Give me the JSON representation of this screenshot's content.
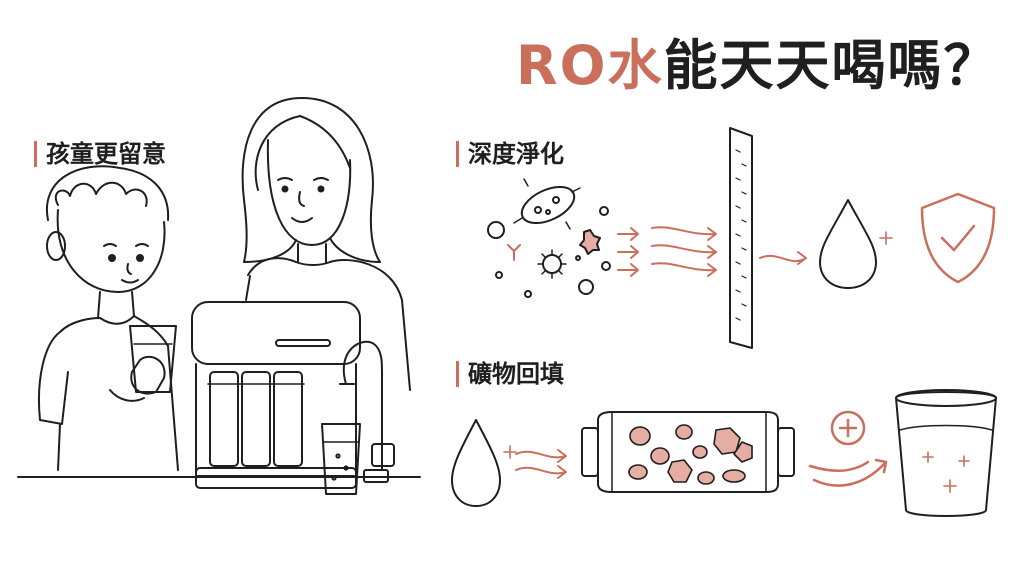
{
  "title": {
    "accent": "RO水",
    "rest": "能天天喝嗎？"
  },
  "sections": {
    "children": "孩童更留意",
    "purify": "深度淨化",
    "mineral": "礦物回填"
  },
  "colors": {
    "accent": "#c96f5c",
    "ink": "#1f1f1f",
    "pink": "#e6aea2",
    "background": "#ffffff"
  },
  "icons": [
    "bacteria-icon",
    "virus-icon",
    "arrow-right-icon",
    "filter-membrane-icon",
    "water-drop-icon",
    "sparkle-icon",
    "shield-check-icon",
    "mineral-cartridge-icon",
    "plus-circle-icon",
    "water-glass-icon"
  ]
}
